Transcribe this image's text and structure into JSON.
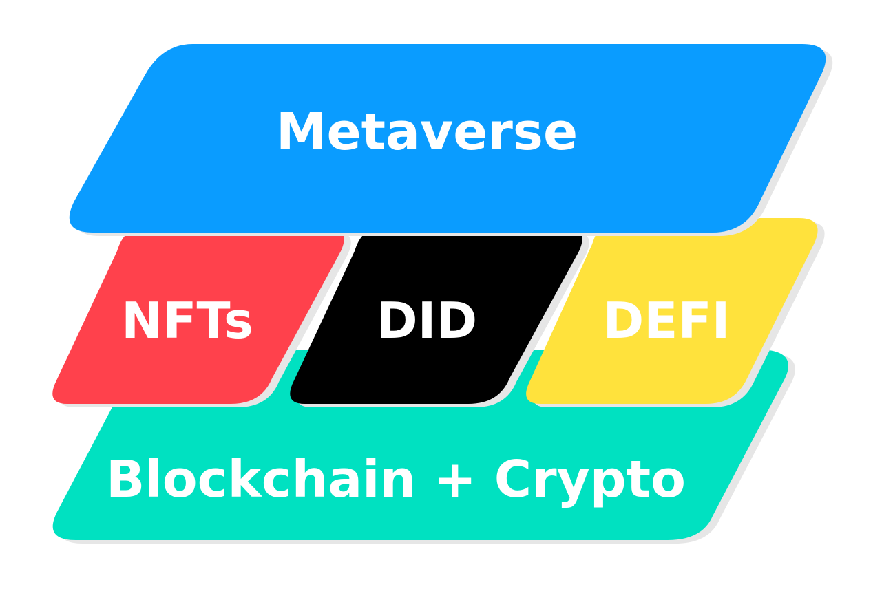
{
  "diagram": {
    "layers": [
      {
        "label": "Blockchain + Crypto",
        "color": "#00E1C1"
      },
      {
        "label": "NFTs",
        "color": "#FF414C"
      },
      {
        "label": "DID",
        "color": "#000000"
      },
      {
        "label": "DEFI",
        "color": "#FFE23C"
      },
      {
        "label": "Metaverse",
        "color": "#0A9CFF"
      }
    ],
    "shadow_color": "#E6E6E6",
    "label_color": "#FFFFFF"
  }
}
